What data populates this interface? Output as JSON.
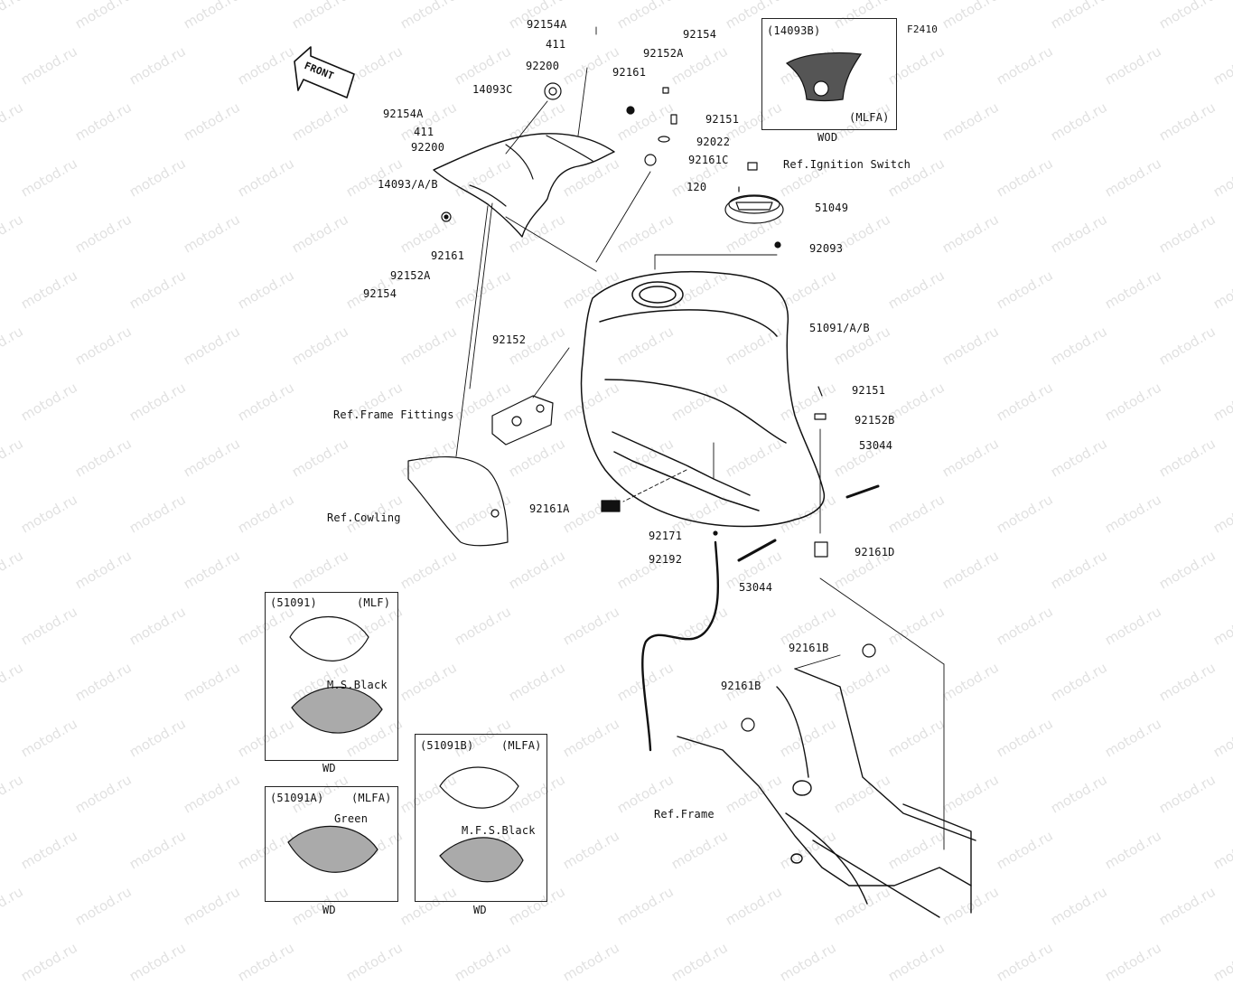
{
  "figure_code": "F2410",
  "front_label": "FRONT",
  "watermark": "motod.ru",
  "parts": {
    "p92154A_top": "92154A",
    "p411_top": "411",
    "p92200_top": "92200",
    "p14093C": "14093C",
    "p92154A_left": "92154A",
    "p411_left": "411",
    "p92200_left": "92200",
    "p14093AB": "14093/A/B",
    "p92161_left": "92161",
    "p92152A_left": "92152A",
    "p92154_left": "92154",
    "p92154_top": "92154",
    "p92152A_top": "92152A",
    "p92161_top": "92161",
    "p92151_top": "92151",
    "p92022": "92022",
    "p92161C": "92161C",
    "ref_ignition": "Ref.Ignition Switch",
    "p120": "120",
    "p51049": "51049",
    "p92093": "92093",
    "p51091AB": "51091/A/B",
    "p92152_mid": "92152",
    "ref_frame_fittings": "Ref.Frame Fittings",
    "p92151_right": "92151",
    "p92152B": "92152B",
    "p53044_right": "53044",
    "ref_cowling": "Ref.Cowling",
    "p92161A": "92161A",
    "p92171": "92171",
    "p92192": "92192",
    "p53044_mid": "53044",
    "p92161D": "92161D",
    "p92161B_upper": "92161B",
    "p92161B_lower": "92161B",
    "ref_frame": "Ref.Frame"
  },
  "insets": {
    "top_right": {
      "code": "(14093B)",
      "variant": "(MLFA)",
      "market": "WOD"
    },
    "mlf": {
      "code": "(51091)",
      "variant": "(MLF)",
      "color": "M.S.Black",
      "market": "WD"
    },
    "mlfa_green": {
      "code": "(51091A)",
      "variant": "(MLFA)",
      "color": "Green",
      "market": "WD"
    },
    "mlfa_black": {
      "code": "(51091B)",
      "variant": "(MLFA)",
      "color": "M.F.S.Black",
      "market": "WD"
    }
  }
}
